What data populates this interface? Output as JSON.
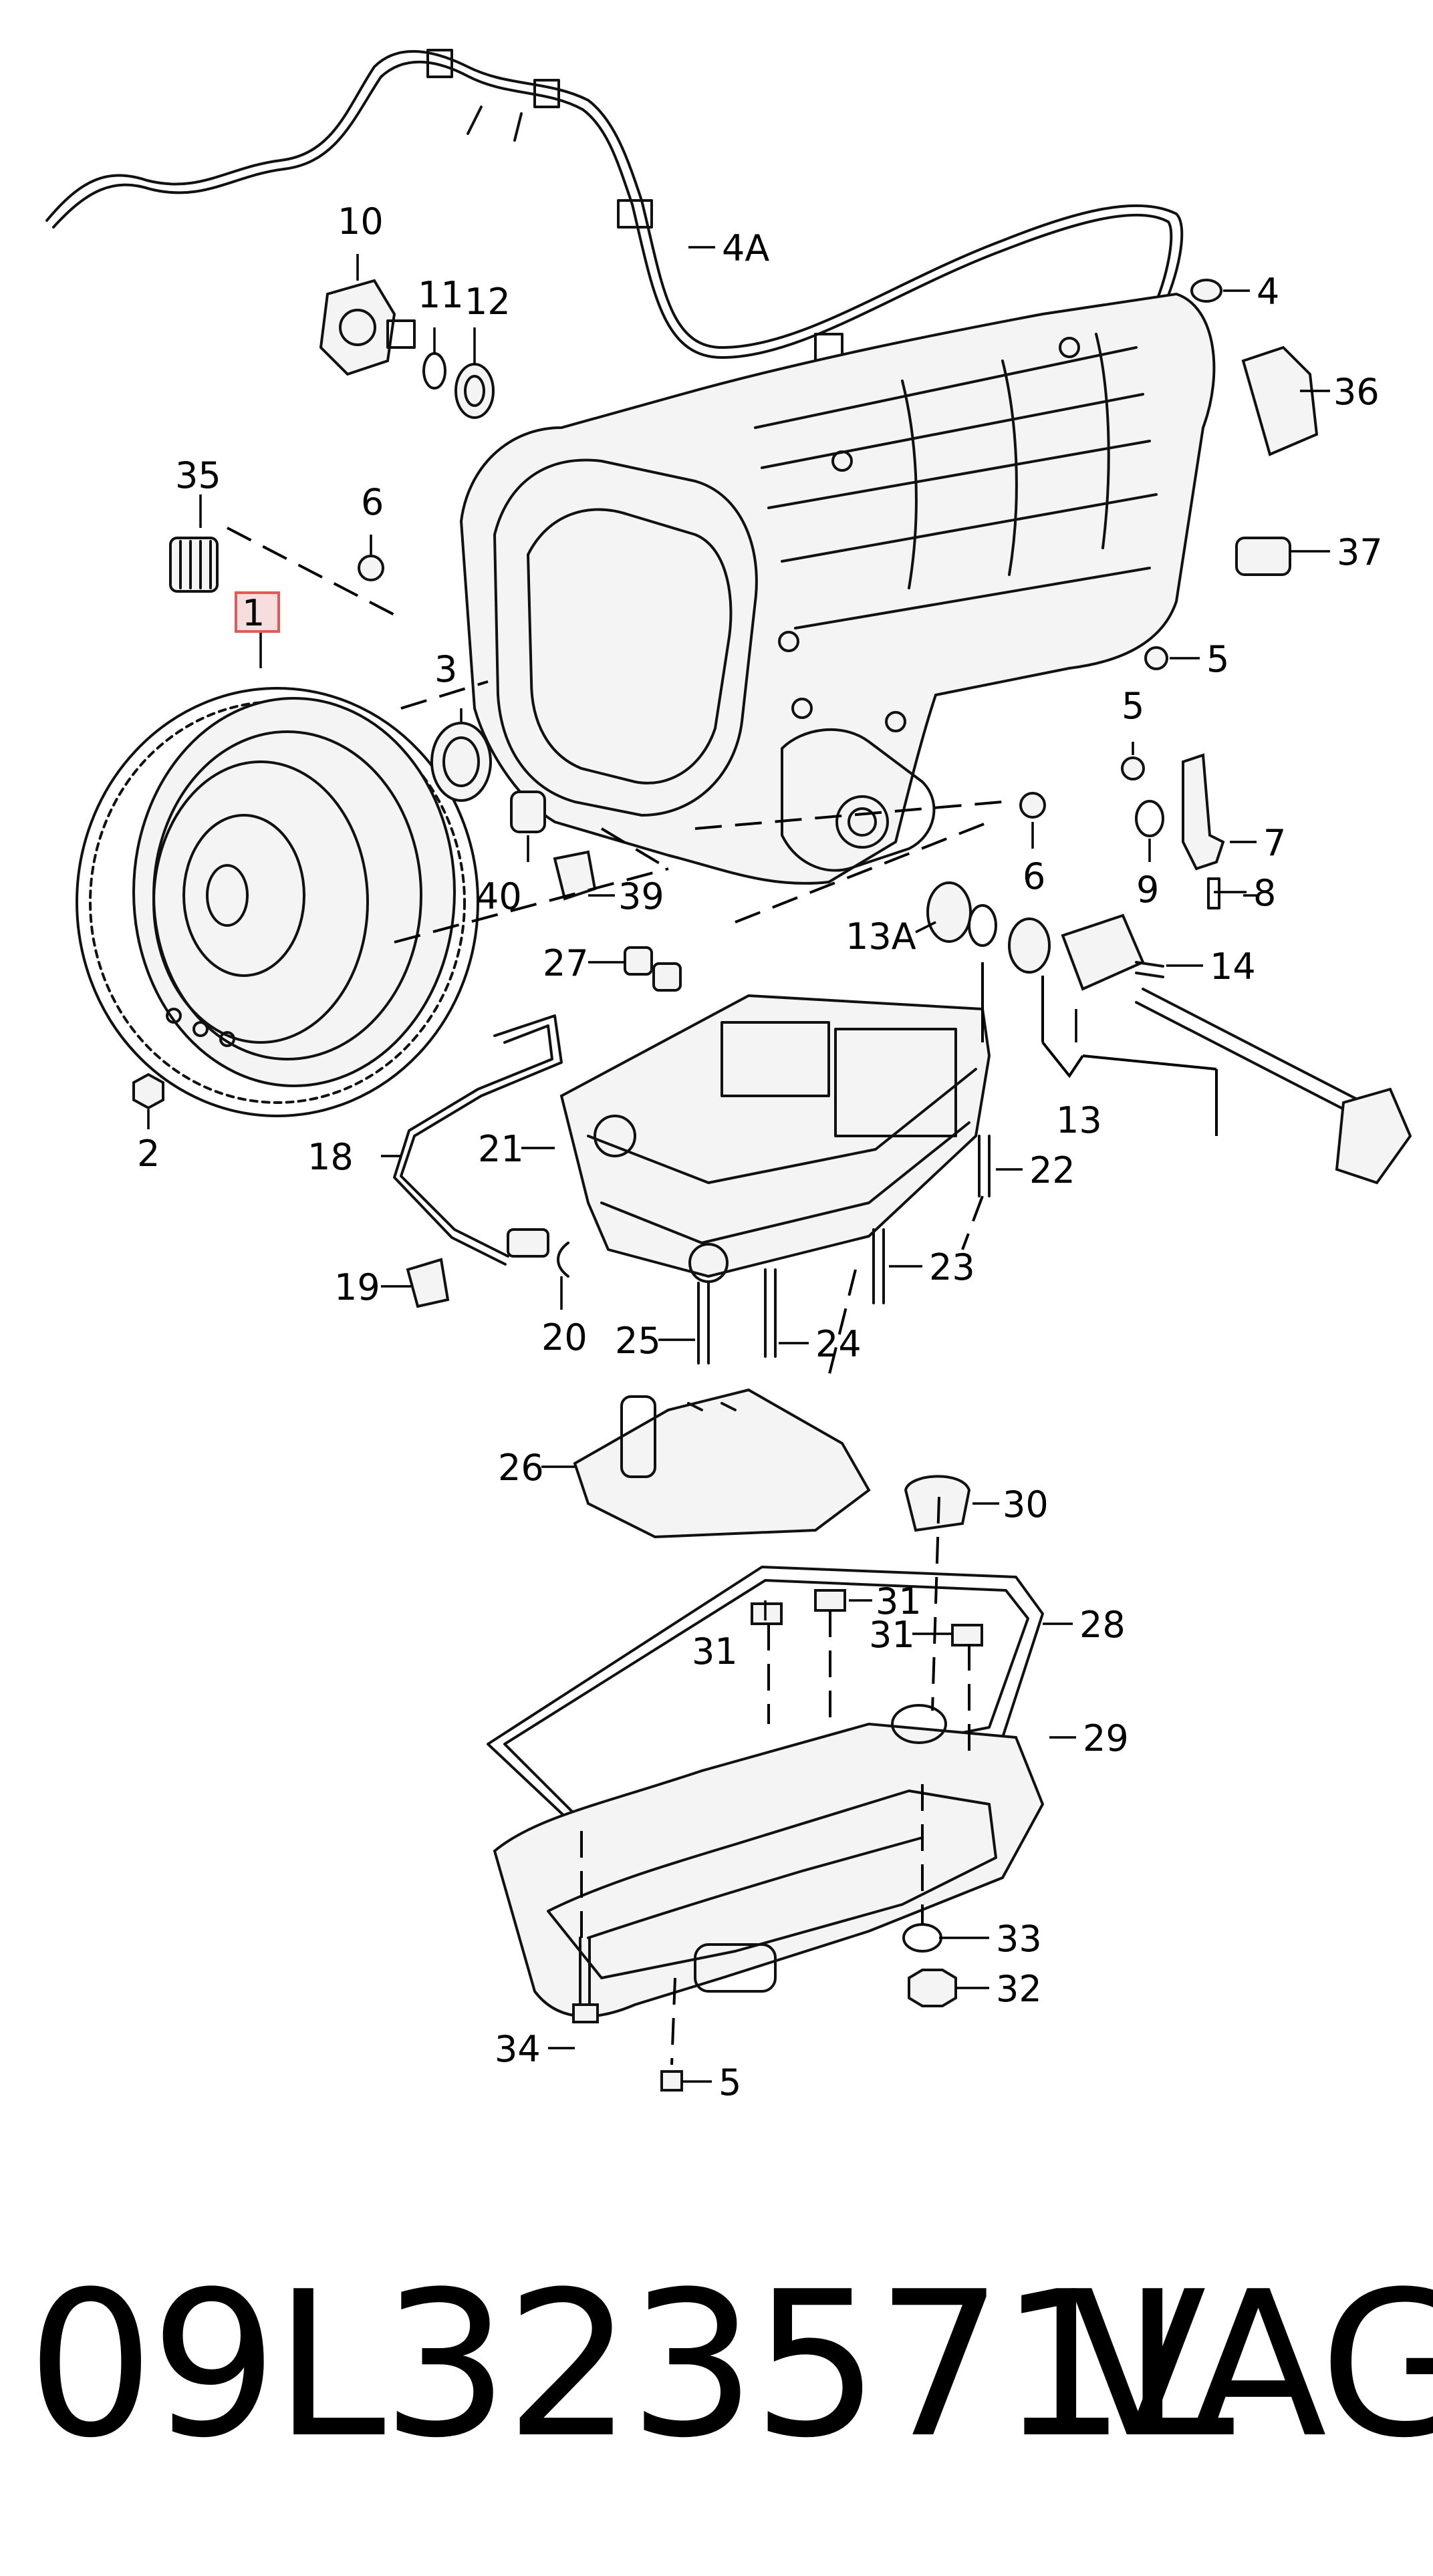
{
  "callouts": [
    {
      "id": "c1",
      "label": "1"
    },
    {
      "id": "c2",
      "label": "2"
    },
    {
      "id": "c3",
      "label": "3"
    },
    {
      "id": "c4",
      "label": "4"
    },
    {
      "id": "c4a",
      "label": "4A"
    },
    {
      "id": "c5a",
      "label": "5"
    },
    {
      "id": "c5b",
      "label": "5"
    },
    {
      "id": "c5c",
      "label": "5"
    },
    {
      "id": "c6a",
      "label": "6"
    },
    {
      "id": "c6b",
      "label": "6"
    },
    {
      "id": "c7",
      "label": "7"
    },
    {
      "id": "c8",
      "label": "8"
    },
    {
      "id": "c9",
      "label": "9"
    },
    {
      "id": "c10",
      "label": "10"
    },
    {
      "id": "c11",
      "label": "11"
    },
    {
      "id": "c12",
      "label": "12"
    },
    {
      "id": "c13",
      "label": "13"
    },
    {
      "id": "c13a",
      "label": "13A"
    },
    {
      "id": "c14",
      "label": "14"
    },
    {
      "id": "c18",
      "label": "18"
    },
    {
      "id": "c19",
      "label": "19"
    },
    {
      "id": "c20",
      "label": "20"
    },
    {
      "id": "c21",
      "label": "21"
    },
    {
      "id": "c22",
      "label": "22"
    },
    {
      "id": "c23",
      "label": "23"
    },
    {
      "id": "c24",
      "label": "24"
    },
    {
      "id": "c25",
      "label": "25"
    },
    {
      "id": "c26",
      "label": "26"
    },
    {
      "id": "c27",
      "label": "27"
    },
    {
      "id": "c28",
      "label": "28"
    },
    {
      "id": "c29",
      "label": "29"
    },
    {
      "id": "c30",
      "label": "30"
    },
    {
      "id": "c31a",
      "label": "31"
    },
    {
      "id": "c31b",
      "label": "31"
    },
    {
      "id": "c31c",
      "label": "31"
    },
    {
      "id": "c32",
      "label": "32"
    },
    {
      "id": "c33",
      "label": "33"
    },
    {
      "id": "c34",
      "label": "34"
    },
    {
      "id": "c35",
      "label": "35"
    },
    {
      "id": "c36",
      "label": "36"
    },
    {
      "id": "c37",
      "label": "37"
    },
    {
      "id": "c39",
      "label": "39"
    },
    {
      "id": "c40",
      "label": "40"
    }
  ],
  "highlighted_callout": "1",
  "caption": {
    "part_number": "09L323571L",
    "brand": "VAG"
  }
}
